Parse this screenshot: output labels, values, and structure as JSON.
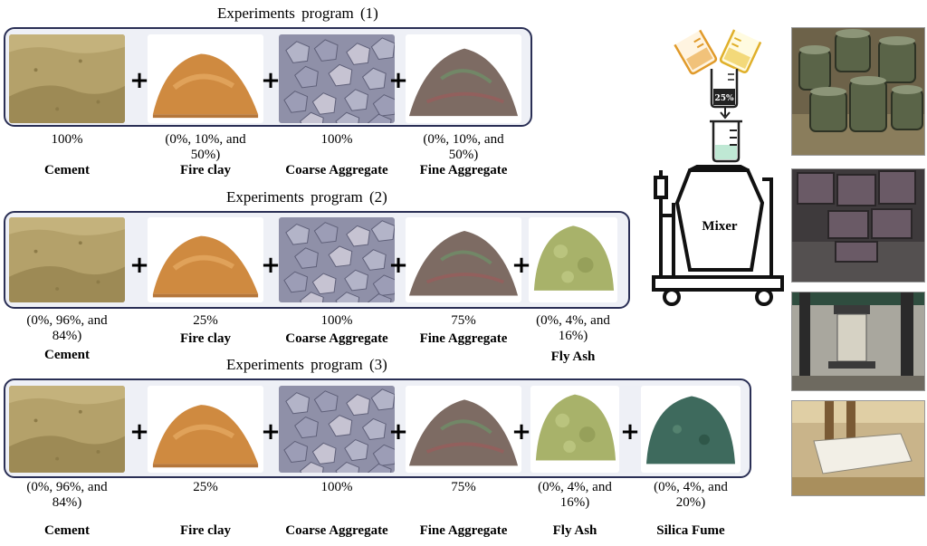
{
  "programs": [
    {
      "title": "Experiments  program (1)",
      "items": [
        {
          "material": "cement",
          "percent": "100%",
          "name": "Cement"
        },
        {
          "material": "fire-clay",
          "percent": "(0%, 10%, and\n50%)",
          "name": "Fire clay"
        },
        {
          "material": "coarse-aggregate",
          "percent": "100%",
          "name": "Coarse Aggregate"
        },
        {
          "material": "fine-aggregate",
          "percent": "(0%, 10%, and\n50%)",
          "name": "Fine Aggregate"
        }
      ]
    },
    {
      "title": "Experiments  program (2)",
      "items": [
        {
          "material": "cement",
          "percent": "(0%, 96%, and\n84%)",
          "name": "Cement"
        },
        {
          "material": "fire-clay",
          "percent": "25%",
          "name": "Fire clay"
        },
        {
          "material": "coarse-aggregate",
          "percent": "100%",
          "name": "Coarse Aggregate"
        },
        {
          "material": "fine-aggregate",
          "percent": "75%",
          "name": "Fine Aggregate"
        },
        {
          "material": "fly-ash",
          "percent": "(0%, 4%, and\n16%)",
          "name": "Fly Ash"
        }
      ]
    },
    {
      "title": "Experiments  program (3)",
      "items": [
        {
          "material": "cement",
          "percent": "(0%, 96%, and\n84%)",
          "name": "Cement"
        },
        {
          "material": "fire-clay",
          "percent": "25%",
          "name": "Fire clay"
        },
        {
          "material": "coarse-aggregate",
          "percent": "100%",
          "name": "Coarse Aggregate"
        },
        {
          "material": "fine-aggregate",
          "percent": "75%",
          "name": "Fine Aggregate"
        },
        {
          "material": "fly-ash",
          "percent": "(0%, 4%, and\n16%)",
          "name": "Fly Ash"
        },
        {
          "material": "silica-fume",
          "percent": "(0%, 4%, and\n20%)",
          "name": "Silica Fume"
        }
      ]
    }
  ],
  "plus_symbol": "+",
  "mixer_label": "Mixer",
  "beaker_label": "25%",
  "colors": {
    "cement": "#a9955a",
    "fire-clay": "#cf8a40",
    "coarse-aggregate": "#9a9ab4",
    "fine-aggregate": "#7d6b63",
    "fly-ash": "#a8b26a",
    "silica-fume": "#3e6a5d",
    "frame_border": "#2a2f55"
  },
  "photos": [
    "specimen-molds-photo",
    "cured-blocks-photo",
    "compression-test-photo",
    "flexural-test-photo"
  ]
}
